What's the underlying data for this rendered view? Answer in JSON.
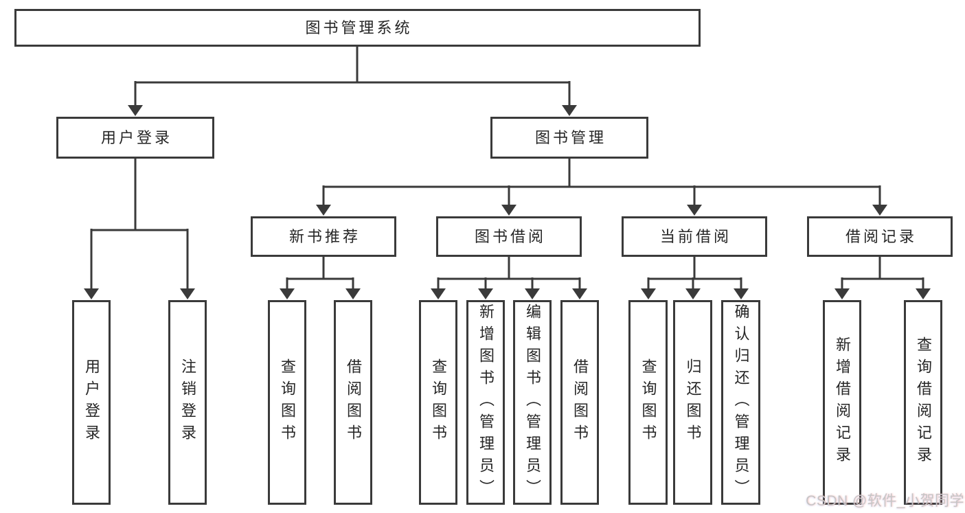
{
  "tree": {
    "root": {
      "label": "图书管理系统",
      "children": [
        {
          "label": "用户登录",
          "children": [
            {
              "label": "用户登录"
            },
            {
              "label": "注销登录"
            }
          ]
        },
        {
          "label": "图书管理",
          "children": [
            {
              "label": "新书推荐",
              "children": [
                {
                  "label": "查询图书"
                },
                {
                  "label": "借阅图书"
                }
              ]
            },
            {
              "label": "图书借阅",
              "children": [
                {
                  "label": "查询图书"
                },
                {
                  "label": "新增图书（管理员）"
                },
                {
                  "label": "编辑图书（管理员）"
                },
                {
                  "label": "借阅图书"
                }
              ]
            },
            {
              "label": "当前借阅",
              "children": [
                {
                  "label": "查询图书"
                },
                {
                  "label": "归还图书"
                },
                {
                  "label": "确认归还（管理员）"
                }
              ]
            },
            {
              "label": "借阅记录",
              "children": [
                {
                  "label": "新增借阅记录"
                },
                {
                  "label": "查询借阅记录"
                }
              ]
            }
          ]
        }
      ]
    }
  },
  "watermark": {
    "text": "CSDN @软件_小贺同学"
  },
  "colors": {
    "line": "#3a3a3a",
    "text": "#262626",
    "background": "#ffffff",
    "watermark": "#c6c6c6"
  }
}
